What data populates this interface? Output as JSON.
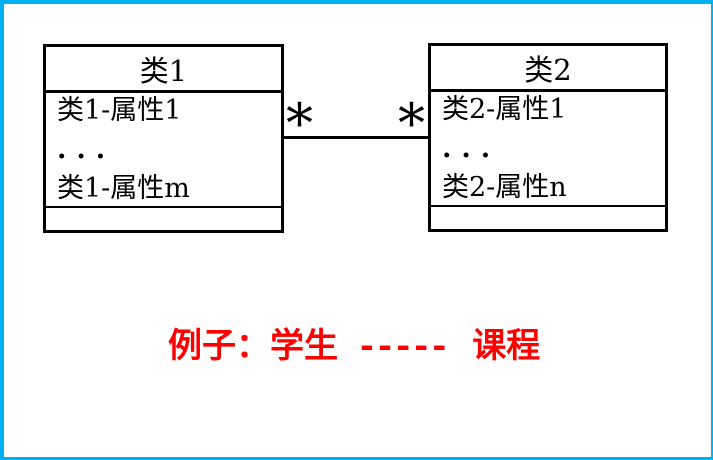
{
  "canvas": {
    "border_color": "#00B0F0",
    "background": "#FFFFFF"
  },
  "class1": {
    "title": "类1",
    "attributes": [
      "类1-属性1",
      "...",
      "类1-属性m"
    ]
  },
  "class2": {
    "title": "类2",
    "attributes": [
      "类2-属性1",
      "...",
      "类2-属性n"
    ]
  },
  "association": {
    "left_multiplicity": "*",
    "right_multiplicity": "*"
  },
  "example": {
    "prefix": "例子：学生",
    "dashes": "-----",
    "suffix": "课程",
    "color": "#FF0000"
  }
}
